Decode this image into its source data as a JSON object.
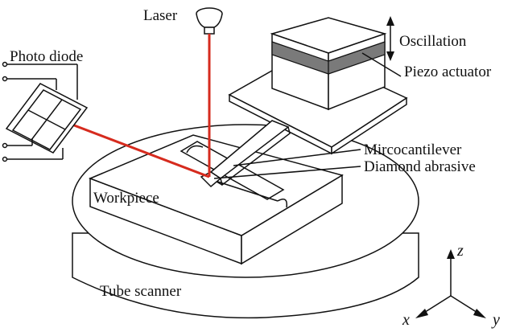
{
  "labels": {
    "laser": "Laser",
    "oscillation": "Oscillation",
    "piezo_actuator": "Piezo actuator",
    "photo_diode": "Photo diode",
    "microcantilever": "Mircocantilever",
    "diamond_abrasive": "Diamond abrasive",
    "workpiece": "Workpiece",
    "tube_scanner": "Tube scanner"
  },
  "axes": {
    "x": "x",
    "y": "y",
    "z": "z"
  },
  "colors": {
    "laser_beam": "#d62b1e",
    "line": "#111111",
    "piezo_layer": "#7a7a7a"
  }
}
